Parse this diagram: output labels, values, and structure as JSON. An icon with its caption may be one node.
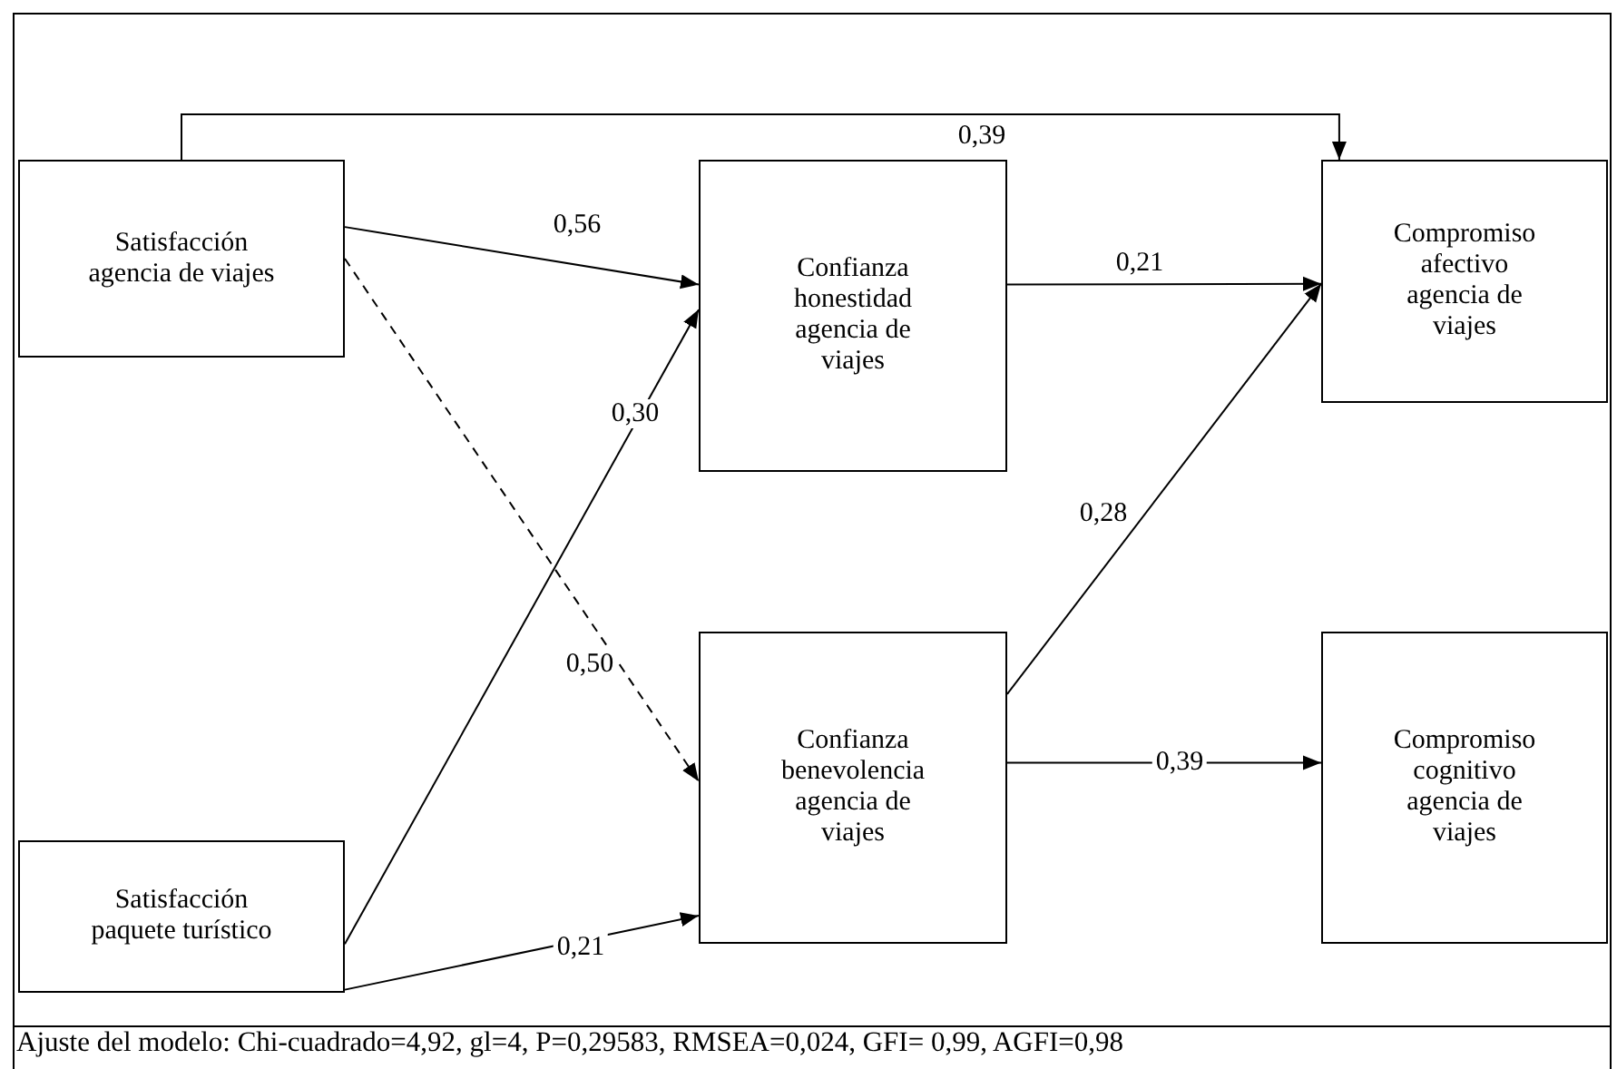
{
  "diagram": {
    "nodes": [
      {
        "text": [
          "Satisfacción agencia de viajes"
        ]
      },
      {
        "text": [
          "Confianza honestidad agencia de viajes"
        ]
      },
      {
        "text": [
          "Compromiso afectivo agencia de viajes"
        ]
      },
      {
        "text": [
          "Satisfacción paquete turístico"
        ]
      },
      {
        "text": [
          "Confianza benevolencia agencia de viajes"
        ]
      },
      {
        "text": [
          "Compromiso cognitivo agencia de viajes"
        ]
      }
    ],
    "edges": [
      {
        "from": 0,
        "to": 2,
        "arrow": "to",
        "label": "0,39"
      },
      {
        "from": 0,
        "to": 1,
        "arrow": "to",
        "label": "0,56"
      },
      {
        "from": 0,
        "to": 4,
        "arrow": "to",
        "label": "0,50",
        "style": "dashed"
      },
      {
        "from": 3,
        "to": 1,
        "arrow": "to",
        "label": "0,30"
      },
      {
        "from": 3,
        "to": 4,
        "arrow": "to",
        "label": "0,21"
      },
      {
        "from": 1,
        "to": 2,
        "arrow": "to",
        "label": "0,21"
      },
      {
        "from": 4,
        "to": 2,
        "arrow": "to",
        "label": "0,28"
      },
      {
        "from": 4,
        "to": 5,
        "arrow": "to",
        "label": "0,39"
      }
    ],
    "labels": [
      "Ajuste del modelo: Chi-cuadrado=4,92, gl=4, P=0,29583, RMSEA=0,024, GFI= 0,99, AGFI=0,98"
    ]
  }
}
